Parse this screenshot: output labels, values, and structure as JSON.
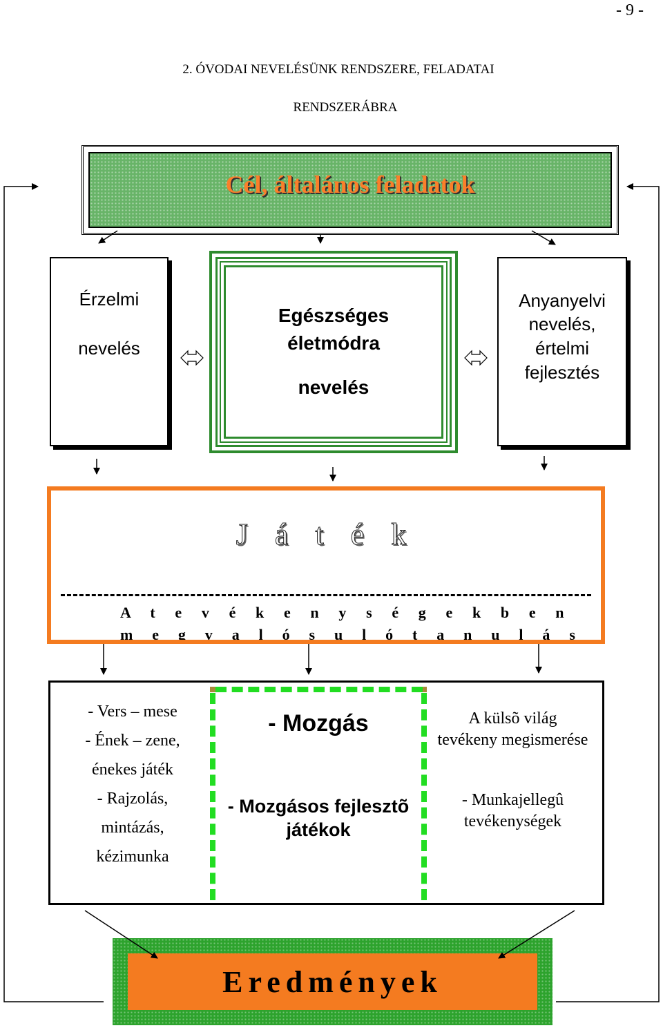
{
  "page_number": "- 9 -",
  "heading": "2. ÓVODAI NEVELÉSÜNK RENDSZERE, FELADATAI",
  "subheading": "RENDSZERÁBRA",
  "goal": {
    "title": "Cél, általános feladatok"
  },
  "emotional": {
    "line1": "Érzelmi",
    "line2": "nevelés"
  },
  "health": {
    "line1": "Egészséges",
    "line2": "életmódra",
    "line3": "nevelés"
  },
  "language": {
    "line1": "Anyanyelvi",
    "line2": "nevelés,",
    "line3": "értelmi",
    "line4": "fejlesztés"
  },
  "game": {
    "title": "J á t é k",
    "line1": "A  t e v é k e n y s é g e k b e n",
    "line2": "m e g v a l ó s u l ó   t a n u l á s"
  },
  "activities": {
    "left": [
      "- Vers – mese",
      "- Ének – zene,",
      "énekes játék",
      "- Rajzolás,",
      "mintázás,",
      "kézimunka"
    ],
    "middle": {
      "top": "- Mozgás",
      "bottom1": "- Mozgásos fejlesztõ",
      "bottom2": "játékok"
    },
    "right": {
      "top1": "A külsõ világ",
      "top2": "tevékeny megismerése",
      "bottom1": "- Munkajellegû",
      "bottom2": "tevékenységek"
    }
  },
  "results": {
    "title": "Eredmények"
  },
  "colors": {
    "goal_green": "#68b468",
    "goal_text": "#fb7f2a",
    "orange": "#f47b20",
    "dark_green": "#2e8b2e",
    "dash_green": "#22dd22"
  }
}
